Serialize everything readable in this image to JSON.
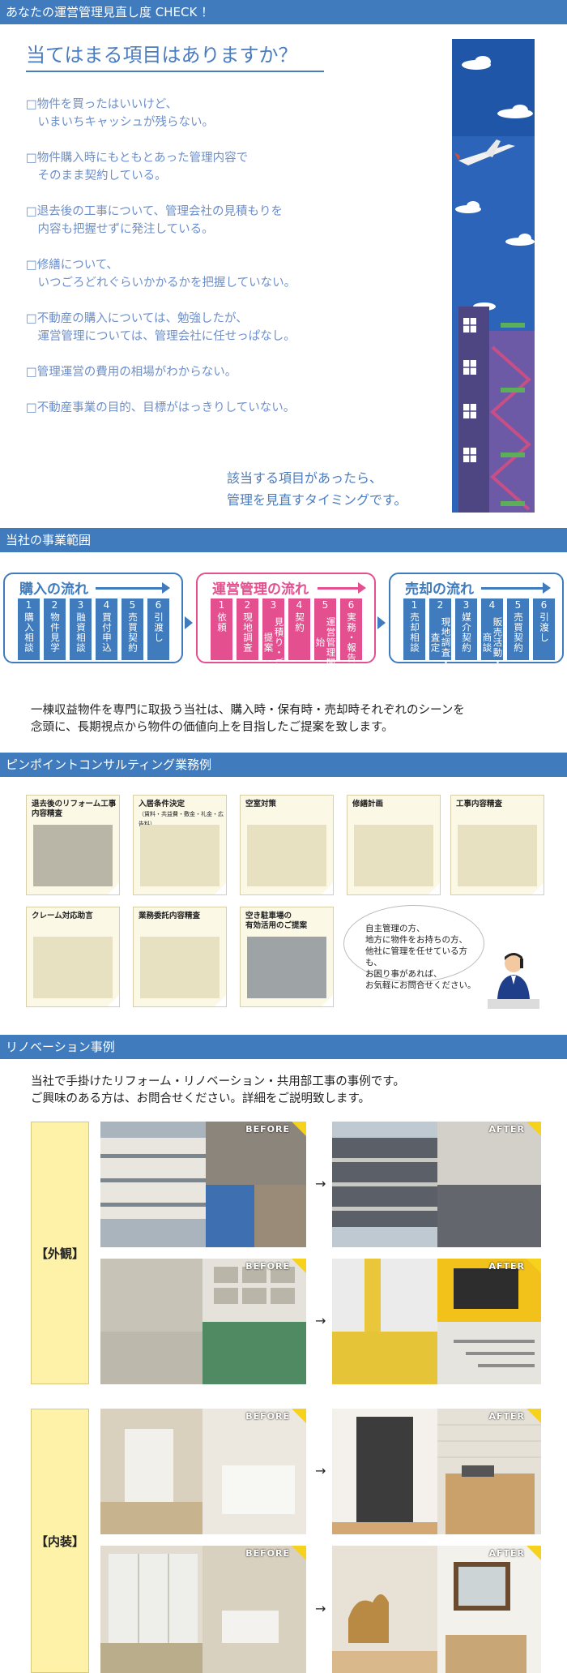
{
  "sections": {
    "check": "あなたの運営管理見直し度 CHECK ！",
    "scope": "当社の事業範囲",
    "pinpoint": "ピンポイントコンサルティング業務例",
    "renovation": "リノベーション事例"
  },
  "check": {
    "title": "当てはまる項目はありますか？",
    "items": [
      "□物件を買ったはいいけど、\n　いまいちキャッシュが残らない。",
      "□物件購入時にもともとあった管理内容で\n　そのまま契約している。",
      "□退去後の工事について、管理会社の見積もりを\n　内容も把握せずに発注している。",
      "□修繕について、\n　いつごろどれぐらいかかるかを把握していない。",
      "□不動産の購入については、勉強したが、\n　運営管理については、管理会社に任せっぱなし。",
      "□管理運営の費用の相場がわからない。",
      "□不動産事業の目的、目標がはっきりしていない。"
    ],
    "footer": "該当する項目があったら、\n管理を見直すタイミングです。"
  },
  "flows": [
    {
      "title": "購入の流れ",
      "steps": [
        {
          "num": "1",
          "label": "購入相談"
        },
        {
          "num": "2",
          "label": "物件見学"
        },
        {
          "num": "3",
          "label": "融資相談"
        },
        {
          "num": "4",
          "label": "買付申込"
        },
        {
          "num": "5",
          "label": "売買契約"
        },
        {
          "num": "6",
          "label": "引渡し"
        }
      ]
    },
    {
      "title": "運営管理の流れ",
      "steps": [
        {
          "num": "1",
          "label": "依頼"
        },
        {
          "num": "2",
          "label": "現地調査"
        },
        {
          "num": "3",
          "label": "見積り・ご提案"
        },
        {
          "num": "4",
          "label": "契約"
        },
        {
          "num": "5",
          "label": "運営管理開始"
        },
        {
          "num": "6",
          "label": "実務・報告"
        }
      ]
    },
    {
      "title": "売却の流れ",
      "steps": [
        {
          "num": "1",
          "label": "売却相談"
        },
        {
          "num": "2",
          "label": "現地調査・査定"
        },
        {
          "num": "3",
          "label": "媒介契約"
        },
        {
          "num": "4",
          "label": "販売活動・商談"
        },
        {
          "num": "5",
          "label": "売買契約"
        },
        {
          "num": "6",
          "label": "引渡し"
        }
      ]
    }
  ],
  "scope_desc": "一棟収益物件を専門に取扱う当社は、購入時・保有時・売却時それぞれのシーンを\n念頭に、長期視点から物件の価値向上を目指したご提案を致します。",
  "cards": [
    {
      "label": "退去後のリフォーム工事\n内容精査",
      "sub": ""
    },
    {
      "label": "入居条件決定",
      "sub": "（賃料・共益費・敷金・礼金・広告料）"
    },
    {
      "label": "空室対策",
      "sub": ""
    },
    {
      "label": "修繕計画",
      "sub": ""
    },
    {
      "label": "工事内容精査",
      "sub": ""
    },
    {
      "label": "クレーム対応助言",
      "sub": ""
    },
    {
      "label": "業務委託内容精査",
      "sub": ""
    },
    {
      "label": "空き駐車場の\n有効活用のご提案",
      "sub": ""
    }
  ],
  "bubble": "自主管理の方、\n地方に物件をお持ちの方、\n他社に管理を任せている方も、\nお困り事があれば、\nお気軽にお問合せください。",
  "reno_desc": "当社で手掛けたリフォーム・リノベーション・共用部工事の事例です。\nご興味のある方は、お問合せください。詳細をご説明致します。",
  "reno_groups": [
    "【外観】",
    "【内装】"
  ],
  "before_label": "BEFORE",
  "after_label": "AFTER",
  "arrow": "→",
  "colors": {
    "accent": "#3f7bbd",
    "pink": "#e4508f",
    "tag": "#f7d21c"
  }
}
